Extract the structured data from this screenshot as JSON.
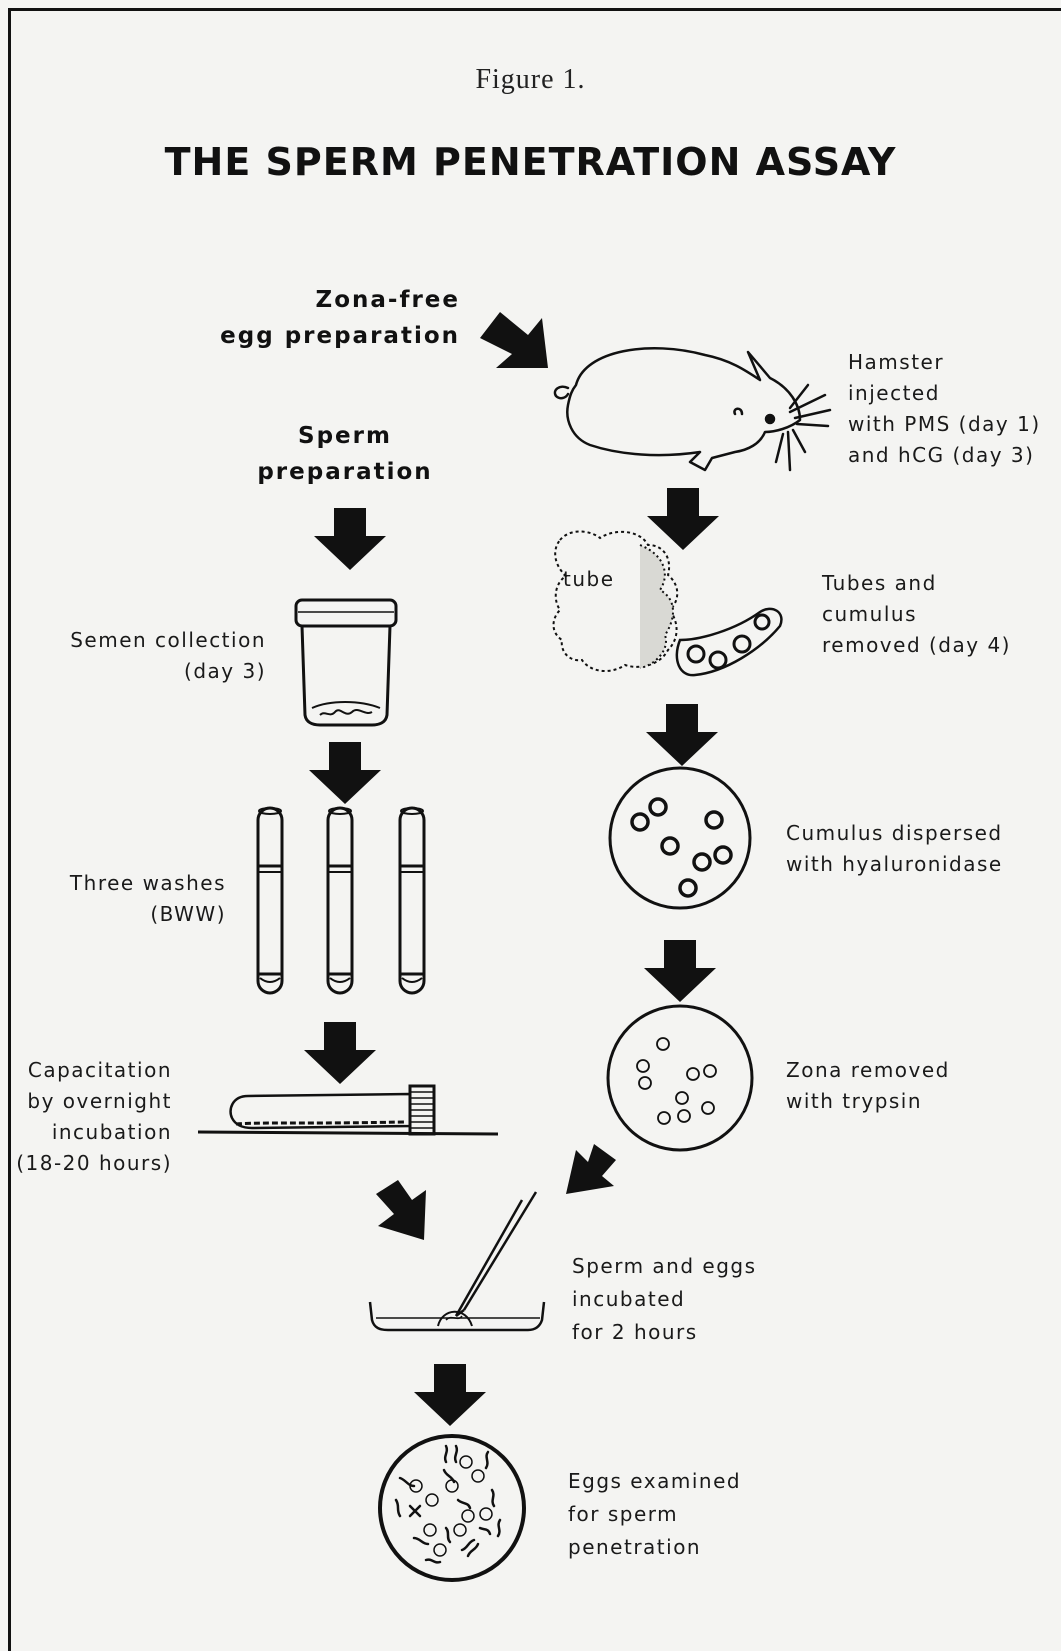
{
  "figure": {
    "caption": "Figure 1.",
    "title": "THE SPERM PENETRATION ASSAY"
  },
  "headers": {
    "egg": [
      "Zona-free",
      "egg preparation"
    ],
    "sperm": [
      "Sperm",
      "preparation"
    ]
  },
  "left_steps": {
    "semen": [
      "Semen collection",
      "(day 3)"
    ],
    "washes": [
      "Three washes",
      "(BWW)"
    ],
    "capacitation": [
      "Capacitation",
      "by overnight",
      "incubation",
      "(18-20 hours)"
    ]
  },
  "right_steps": {
    "hamster": [
      "Hamster",
      "injected",
      "with PMS (day 1)",
      "and hCG (day 3)"
    ],
    "tube_label": "tube",
    "tubes": [
      "Tubes and",
      "cumulus",
      "removed (day 4)"
    ],
    "cumulus": [
      "Cumulus dispersed",
      "with hyaluronidase"
    ],
    "zona": [
      "Zona removed",
      "with trypsin"
    ]
  },
  "center_steps": {
    "incubated": [
      "Sperm and eggs",
      "incubated",
      "for 2 hours"
    ],
    "examined": [
      "Eggs examined",
      "for sperm",
      "penetration"
    ]
  },
  "icons": [
    "arrow-icon",
    "hamster-icon",
    "oviduct-icon",
    "specimen-cup-icon",
    "test-tube-icon",
    "culture-tube-icon",
    "petri-dish-icon",
    "pipette-icon"
  ]
}
